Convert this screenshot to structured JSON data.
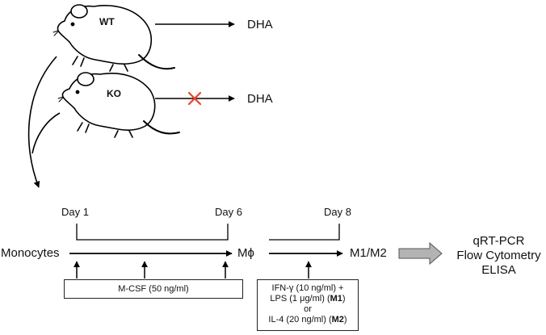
{
  "mice": {
    "wt_label": "WT",
    "ko_label": "KO",
    "wt_output": "DHA",
    "ko_output": "DHA",
    "blocked_mark_color": "#e8442a"
  },
  "timeline": {
    "day1": "Day 1",
    "day6": "Day 6",
    "day8": "Day 8",
    "monocytes": "Monocytes",
    "macrophage": "Mϕ",
    "m1m2": "M1/M2"
  },
  "treatments": {
    "mcsf": "M-CSF (50 ng/ml)",
    "line1": "IFN-γ (10 ng/ml) +",
    "line2_pre": "LPS (1 μg/ml) (",
    "line2_bold": "M1",
    "line2_post": ")",
    "line3": "or",
    "line4_pre": "IL-4 (20 ng/ml) (",
    "line4_bold": "M2",
    "line4_post": ")"
  },
  "analysis": {
    "arrow_color": "#b3b3b3",
    "items": [
      "qRT-PCR",
      "Flow Cytometry",
      "ELISA"
    ]
  }
}
